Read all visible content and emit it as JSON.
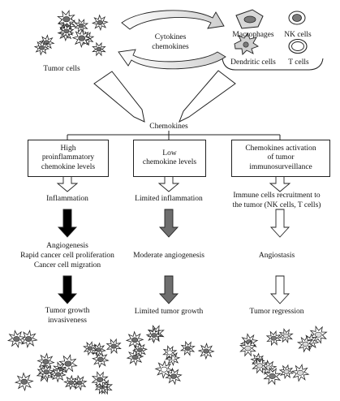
{
  "top": {
    "tumor_cells": "Tumor cells",
    "signal_label": [
      "Cytokines",
      "chemokines"
    ],
    "immune_cells": {
      "macrophages": "Macrophages",
      "nk_cells": "NK cells",
      "dendritic_cells": "Dendritic cells",
      "t_cells": "T cells"
    },
    "chemokines": "Chemokines"
  },
  "columns": [
    {
      "box": [
        "High",
        "proinflammatory",
        "chemokine levels"
      ],
      "step1": [
        "Inflammation"
      ],
      "step2": [
        "Angiogenesis",
        "Rapid cancer cell proliferation",
        "Cancer cell migration"
      ],
      "outcome": [
        "Tumor growth",
        "invasiveness"
      ],
      "arrow_fill": "#000000",
      "cell_fill": "#6e6e6e",
      "cell_mix": "#6e6e6e"
    },
    {
      "box": [
        "Low",
        "chemokine levels"
      ],
      "step1": [
        "Limited inflammation"
      ],
      "step2": [
        "Moderate angiogenesis"
      ],
      "outcome": [
        "Limited tumor growth"
      ],
      "arrow_fill": "#6e6e6e",
      "cell_fill": "#6e6e6e",
      "cell_mix": "#ffffff"
    },
    {
      "box": [
        "Chemokines activation",
        "of tumor",
        "immunosurveillance"
      ],
      "step1": [
        "Immune cells recruitment to",
        "the tumor (NK cells, T cells)"
      ],
      "step2": [
        "Angiostasis"
      ],
      "outcome": [
        "Tumor regression"
      ],
      "arrow_fill": "#ffffff",
      "cell_fill": "#d9d9d9",
      "cell_mix": "#7a7a7a"
    }
  ],
  "colors": {
    "stroke": "#222222",
    "tumor_dark": "#6e6e6e",
    "immune_grey": "#9a9a9a"
  }
}
